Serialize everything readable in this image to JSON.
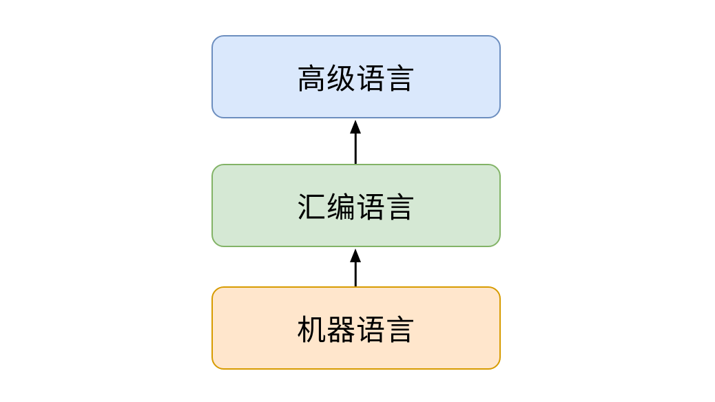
{
  "page": {
    "background_color": "#ffffff",
    "text_color": "#000000"
  },
  "diagram": {
    "type": "flowchart",
    "direction": "bottom-to-top",
    "nodes": [
      {
        "id": "high-level-language",
        "label": "高级语言",
        "fill": "#dae8fc",
        "border": "#6c8ebf"
      },
      {
        "id": "assembly-language",
        "label": "汇编语言",
        "fill": "#d5e8d4",
        "border": "#82b366"
      },
      {
        "id": "machine-language",
        "label": "机器语言",
        "fill": "#ffe6cc",
        "border": "#d79b00"
      }
    ],
    "edges": [
      {
        "from": "assembly-language",
        "to": "high-level-language",
        "style": "solid",
        "arrowhead": "filled-triangle-up",
        "color": "#000000"
      },
      {
        "from": "machine-language",
        "to": "assembly-language",
        "style": "solid",
        "arrowhead": "filled-triangle-up",
        "color": "#000000"
      }
    ]
  }
}
